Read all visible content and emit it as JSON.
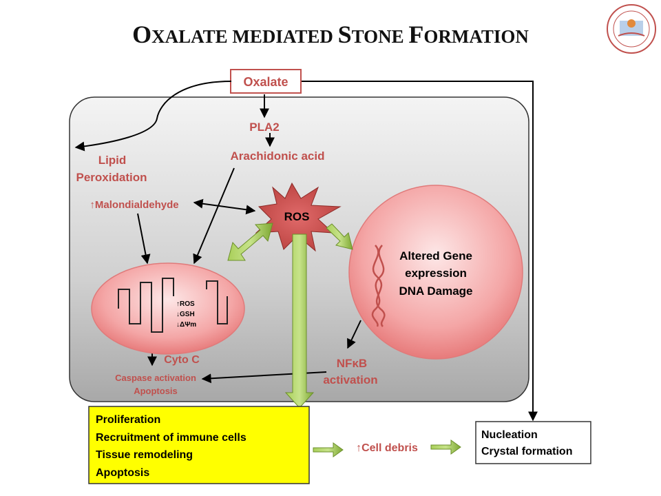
{
  "title": {
    "part1_cap": "O",
    "part1_rest": "XALATE MEDIATED ",
    "part2_cap": "S",
    "part2_rest": "TONE ",
    "part3_cap": "F",
    "part3_rest": "ORMATION"
  },
  "nodes": {
    "oxalate": "Oxalate",
    "pla2": "PLA2",
    "arachidonic": "Arachidonic acid",
    "lipid_line1": "Lipid",
    "lipid_line2": "Peroxidation",
    "malondialdehyde": "↑Malondialdehyde",
    "ros": "ROS",
    "mito_line1": "↑ROS",
    "mito_line2": "↓GSH",
    "mito_line3": "↓ΔΨm",
    "gene_line1": "Altered Gene",
    "gene_line2": "expression",
    "gene_line3": "DNA Damage",
    "cytoc": "Cyto C",
    "caspase": "Caspase activation",
    "apoptosis": "Apoptosis",
    "nfkb_line1": "NFκB",
    "nfkb_line2": "activation",
    "cell_debris": "↑Cell debris"
  },
  "outcome_box": {
    "items": [
      "Proliferation",
      "Recruitment of immune cells",
      "Tissue remodeling",
      "Apoptosis"
    ]
  },
  "nucleation_box": {
    "items": [
      "Nucleation",
      "Crystal formation"
    ]
  },
  "colors": {
    "red_text": "#c0504d",
    "yellow_box": "#ffff00",
    "green_arrow": "#8fbc3a",
    "ros_star": "#c0504d"
  },
  "icons": [
    "university-seal-logo",
    "dna-helix-icon",
    "mitochondrion-icon"
  ]
}
